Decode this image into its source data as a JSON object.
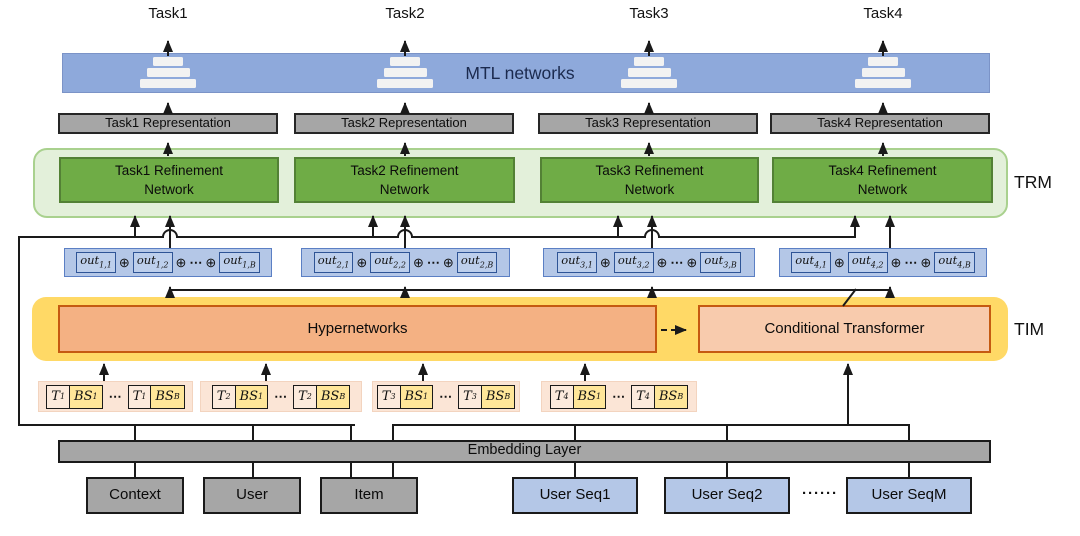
{
  "diagram": {
    "mtl_label": "MTL networks",
    "trm_label": "TRM",
    "tim_label": "TIM",
    "hypernetworks_label": "Hypernetworks",
    "conditional_transformer_label": "Conditional Transformer",
    "embedding_label": "Embedding Layer",
    "oplus": "⊕",
    "cdots": "⋯",
    "seq_dots": "······",
    "columns": [
      {
        "task": "Task1",
        "representation": "Task1 Representation",
        "refinement_line1": "Task1 Refinement",
        "refinement_line2": "Network",
        "out_items": [
          {
            "base": "out",
            "sub": "1,1"
          },
          {
            "base": "out",
            "sub": "1,2"
          },
          {
            "base": "out",
            "sub": "1,B"
          }
        ],
        "tbs": {
          "t_base": "T",
          "t_sub": "1",
          "bs_base": "BS",
          "bs_first_sub": "1",
          "bs_last_sub": "B"
        }
      },
      {
        "task": "Task2",
        "representation": "Task2 Representation",
        "refinement_line1": "Task2 Refinement",
        "refinement_line2": "Network",
        "out_items": [
          {
            "base": "out",
            "sub": "2,1"
          },
          {
            "base": "out",
            "sub": "2,2"
          },
          {
            "base": "out",
            "sub": "2,B"
          }
        ],
        "tbs": {
          "t_base": "T",
          "t_sub": "2",
          "bs_base": "BS",
          "bs_first_sub": "1",
          "bs_last_sub": "B"
        }
      },
      {
        "task": "Task3",
        "representation": "Task3 Representation",
        "refinement_line1": "Task3 Refinement",
        "refinement_line2": "Network",
        "out_items": [
          {
            "base": "out",
            "sub": "3,1"
          },
          {
            "base": "out",
            "sub": "3,2"
          },
          {
            "base": "out",
            "sub": "3,B"
          }
        ],
        "tbs": {
          "t_base": "T",
          "t_sub": "3",
          "bs_base": "BS",
          "bs_first_sub": "1",
          "bs_last_sub": "B"
        }
      },
      {
        "task": "Task4",
        "representation": "Task4 Representation",
        "refinement_line1": "Task4 Refinement",
        "refinement_line2": "Network",
        "out_items": [
          {
            "base": "out",
            "sub": "4,1"
          },
          {
            "base": "out",
            "sub": "4,2"
          },
          {
            "base": "out",
            "sub": "4,B"
          }
        ],
        "tbs": {
          "t_base": "T",
          "t_sub": "4",
          "bs_base": "BS",
          "bs_first_sub": "1",
          "bs_last_sub": "B"
        }
      }
    ],
    "input_boxes": [
      {
        "label": "Context",
        "style": "gray"
      },
      {
        "label": "User",
        "style": "gray"
      },
      {
        "label": "Item",
        "style": "gray"
      },
      {
        "label": "User Seq1",
        "style": "blue"
      },
      {
        "label": "User Seq2",
        "style": "blue"
      },
      {
        "label": "User SeqM",
        "style": "blue"
      }
    ],
    "colors": {
      "mtl_fill": "#8EA9DB",
      "gray_fill": "#A6A6A6",
      "trm_fill": "#E3F0DA",
      "trm_border": "#A9D18E",
      "green_fill": "#6FAC46",
      "green_border": "#538135",
      "out_fill": "#B4C7E7",
      "out_border": "#5B7FC4",
      "outbox_border": "#2E5496",
      "tim_fill": "#FFD966",
      "hyper_fill": "#F4B183",
      "ct_fill": "#F8CBAD",
      "orange_border": "#C55A11",
      "tbs_fill": "#FBE5D6",
      "t_fill": "#FCEADC",
      "bs_fill": "#FFE699",
      "blue_fill": "#B4C7E7",
      "line": "#1a1a1a"
    }
  }
}
